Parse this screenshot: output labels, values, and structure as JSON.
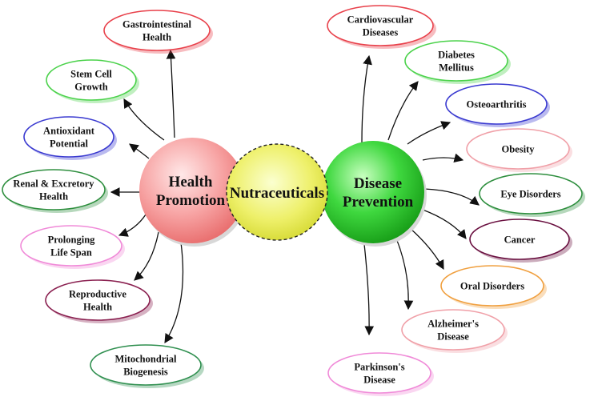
{
  "center": {
    "label": "Nutraceuticals"
  },
  "hubs": {
    "health_promotion": {
      "lines": [
        "Health",
        "Promotion"
      ]
    },
    "disease_prevention": {
      "lines": [
        "Disease",
        "Prevention"
      ]
    }
  },
  "health_promotion_items": [
    {
      "lines": [
        "Gastrointestinal",
        "Health"
      ],
      "border_color": "#e8404a"
    },
    {
      "lines": [
        "Stem Cell",
        "Growth"
      ],
      "border_color": "#4bd24b"
    },
    {
      "lines": [
        "Antioxidant",
        "Potential"
      ],
      "border_color": "#3a3ad0"
    },
    {
      "lines": [
        "Renal & Excretory",
        "Health"
      ],
      "border_color": "#2f8f3f"
    },
    {
      "lines": [
        "Prolonging",
        "Life Span"
      ],
      "border_color": "#f08ad8"
    },
    {
      "lines": [
        "Reproductive",
        "Health"
      ],
      "border_color": "#8a2050"
    },
    {
      "lines": [
        "Mitochondrial",
        "Biogenesis"
      ],
      "border_color": "#2f8f4f"
    }
  ],
  "disease_prevention_items": [
    {
      "lines": [
        "Cardiovascular",
        "Diseases"
      ],
      "border_color": "#e8404a"
    },
    {
      "lines": [
        "Diabetes",
        "Mellitus"
      ],
      "border_color": "#4bd24b"
    },
    {
      "lines": [
        "Osteoarthritis"
      ],
      "border_color": "#3a3ad0"
    },
    {
      "lines": [
        "Obesity"
      ],
      "border_color": "#f0a0a8"
    },
    {
      "lines": [
        "Eye Disorders"
      ],
      "border_color": "#2f8f3f"
    },
    {
      "lines": [
        "Cancer"
      ],
      "border_color": "#6a1040"
    },
    {
      "lines": [
        "Oral Disorders"
      ],
      "border_color": "#f0a040"
    },
    {
      "lines": [
        "Alzheimer's",
        "Disease"
      ],
      "border_color": "#f0a0a8"
    },
    {
      "lines": [
        "Parkinson's",
        "Disease"
      ],
      "border_color": "#f08ad8"
    }
  ]
}
